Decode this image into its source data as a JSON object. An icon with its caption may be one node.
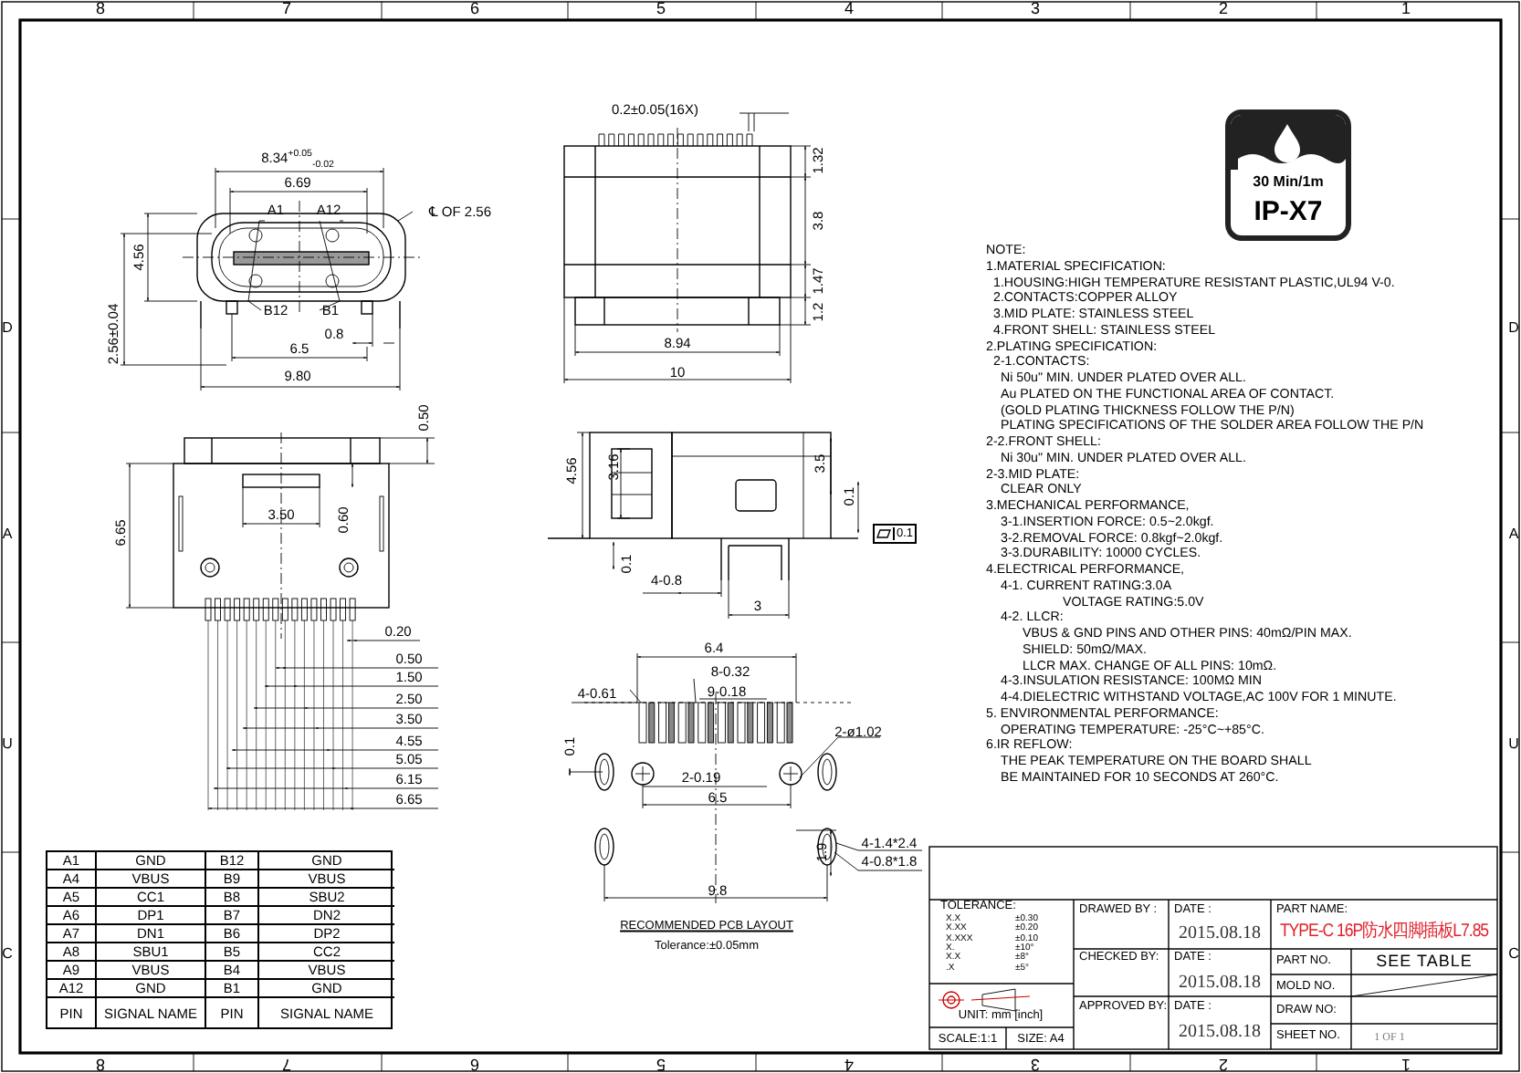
{
  "diagram": {
    "labels": [
      "8",
      "7",
      "6",
      "5",
      "4",
      "3",
      "2",
      "1",
      "D",
      "A",
      "U",
      "C",
      "D",
      "A",
      "U",
      "C",
      "8.34$^{+0.05}$$_{-0.02}$",
      "6.69",
      "A1",
      "A12",
      "℄ OF 2.56",
      "4.56",
      "B12",
      "B1",
      "2.56±0.04",
      "0.8",
      "6.5",
      "9.80",
      "0.2±0.05(16X)",
      "1.32",
      "3.8",
      "1.47",
      "1.2",
      "8.94",
      "10",
      "30 Min/1m",
      "IP-X7",
      "NOTE:",
      "1.MATERIAL SPECIFICATION:",
      "1.HOUSING:HIGH TEMPERATURE RESISTANT PLASTIC,UL94 V-0.",
      "2.CONTACTS:COPPER ALLOY",
      "3.MID PLATE: STAINLESS STEEL",
      "4.FRONT SHELL: STAINLESS STEEL",
      "2.PLATING SPECIFICATION:",
      "2-1.CONTACTS:",
      "Ni 50u\" MIN. UNDER PLATED OVER ALL.",
      "Au PLATED ON THE FUNCTIONAL AREA OF CONTACT.",
      "(GOLD PLATING THICKNESS FOLLOW THE P/N)",
      "PLATING SPECIFICATIONS OF THE SOLDER AREA FOLLOW THE P/N",
      "2-2.FRONT SHELL:",
      "Ni 30u\" MIN. UNDER PLATED OVER ALL.",
      "2-3.MID PLATE:",
      "CLEAR ONLY",
      "3.MECHANICAL PERFORMANCE,",
      "3-1.INSERTION FORCE: 0.5~2.0kgf.",
      "3-2.REMOVAL FORCE: 0.8kgf~2.0kgf.",
      "3-3.DURABILITY: 10000 CYCLES.",
      "4.ELECTRICAL PERFORMANCE,",
      "4-1. CURRENT RATING:3.0A",
      "VOLTAGE RATING:5.0V",
      "4-2. LLCR:",
      "VBUS & GND PINS AND OTHER PINS: 40mΩ/PIN MAX.",
      "SHIELD: 50mΩ/MAX.",
      "LLCR MAX. CHANGE OF ALL PINS: 10mΩ.",
      "4-3.INSULATION RESISTANCE: 100MΩ  MIN",
      "4-4.DIELECTRIC WITHSTAND VOLTAGE,AC 100V FOR 1 MINUTE.",
      "5. ENVIRONMENTAL PERFORMANCE:",
      "OPERATING TEMPERATURE: -25°C~+85°C.",
      "6.IR REFLOW:",
      "THE PEAK TEMPERATURE ON THE BOARD SHALL",
      "BE MAINTAINED FOR 10 SECONDS AT 260°C.",
      "0.50",
      "6.65",
      "3.50",
      "0.60",
      "0.20",
      "0.50",
      "1.50",
      "2.50",
      "3.50",
      "4.55",
      "5.05",
      "6.15",
      "6.65",
      "4.56",
      "3.16",
      "3.5",
      "0.1",
      "0.1",
      "0.1",
      "4-0.8",
      "3",
      "6.4",
      "8-0.32",
      "4-0.61",
      "9-0.18",
      "2-ø1.02",
      "0.1",
      "2-0.19",
      "6.5",
      "4-1.4*2.4",
      "4-0.8*1.8",
      "1.9",
      "9.8",
      "RECOMMENDED PCB LAYOUT",
      "Tolerance:±0.05mm",
      "A1",
      "GND",
      "B12",
      "GND",
      "A4",
      "VBUS",
      "B9",
      "VBUS",
      "A5",
      "CC1",
      "B8",
      "SBU2",
      "A6",
      "DP1",
      "B7",
      "DN2",
      "A7",
      "DN1",
      "B6",
      "DP2",
      "A8",
      "SBU1",
      "B5",
      "CC2",
      "A9",
      "VBUS",
      "B4",
      "VBUS",
      "A12",
      "GND",
      "B1",
      "GND",
      "PIN",
      "SIGNAL NAME",
      "PIN",
      "SIGNAL NAME",
      "TOLERANCE:",
      "X.X",
      "±0.30",
      "X.XX",
      "±0.20",
      "X.XXX",
      "±0.10",
      "X.",
      "±10°",
      "X.X",
      "±8°",
      ".X",
      "±5°",
      "UNIT: mm [inch]",
      "SCALE:1:1",
      "SIZE: A4",
      "DRAWED BY :",
      "DATE :",
      "2015.08.18",
      "PART NAME:",
      "TYPE-C 16P防水四脚插板L7.85",
      "CHECKED BY:",
      "DATE :",
      "2015.08.18",
      "PART NO.",
      "SEE TABLE",
      "MOLD NO.",
      "APPROVED BY:",
      "DATE :",
      "2015.08.18",
      "DRAW NO:",
      "SHEET NO.",
      "1 OF 1",
      "8",
      "7",
      "6",
      "5",
      "4",
      "3",
      "2",
      "1"
    ]
  }
}
